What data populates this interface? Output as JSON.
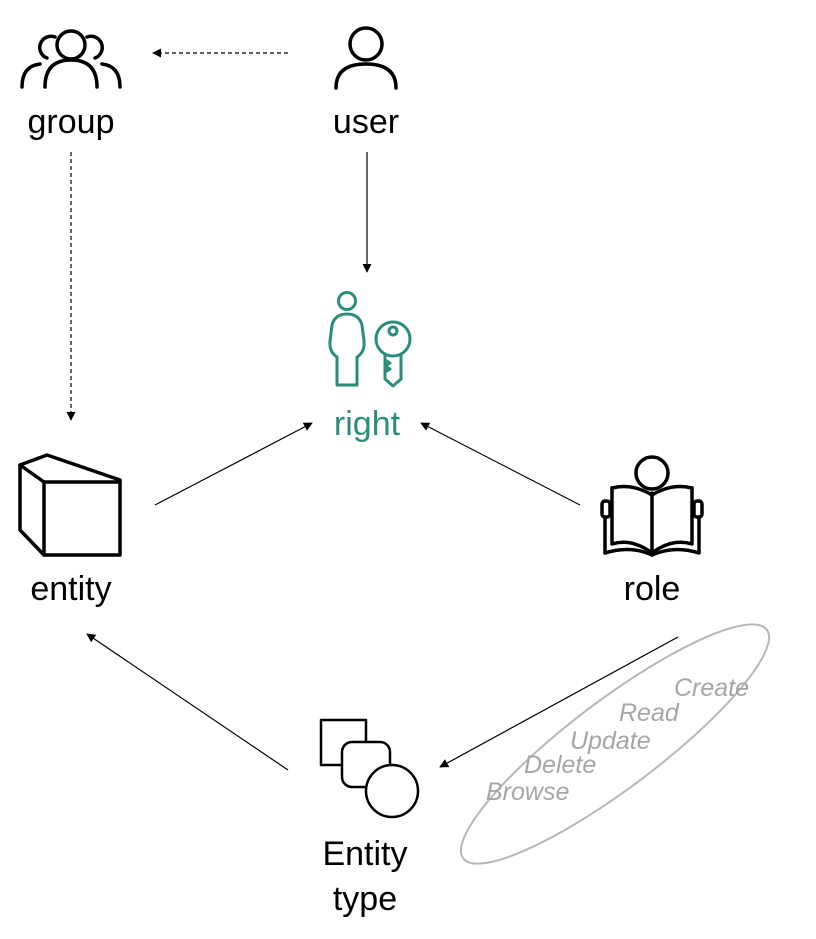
{
  "colors": {
    "accent": "#2a8c7a",
    "edge": "#000000",
    "operations": "#a6a6a6"
  },
  "nodes": {
    "group": {
      "label": "group",
      "icon": "people-group-icon"
    },
    "user": {
      "label": "user",
      "icon": "person-icon"
    },
    "right": {
      "label": "right",
      "icon": "person-key-icon"
    },
    "entity": {
      "label": "entity",
      "icon": "cube-icon"
    },
    "role": {
      "label": "role",
      "icon": "reading-person-icon"
    },
    "entity_type": {
      "label_line1": "Entity",
      "label_line2": "type",
      "icon": "shapes-icon"
    }
  },
  "operations": [
    "Create",
    "Read",
    "Update",
    "Delete",
    "Browse"
  ]
}
